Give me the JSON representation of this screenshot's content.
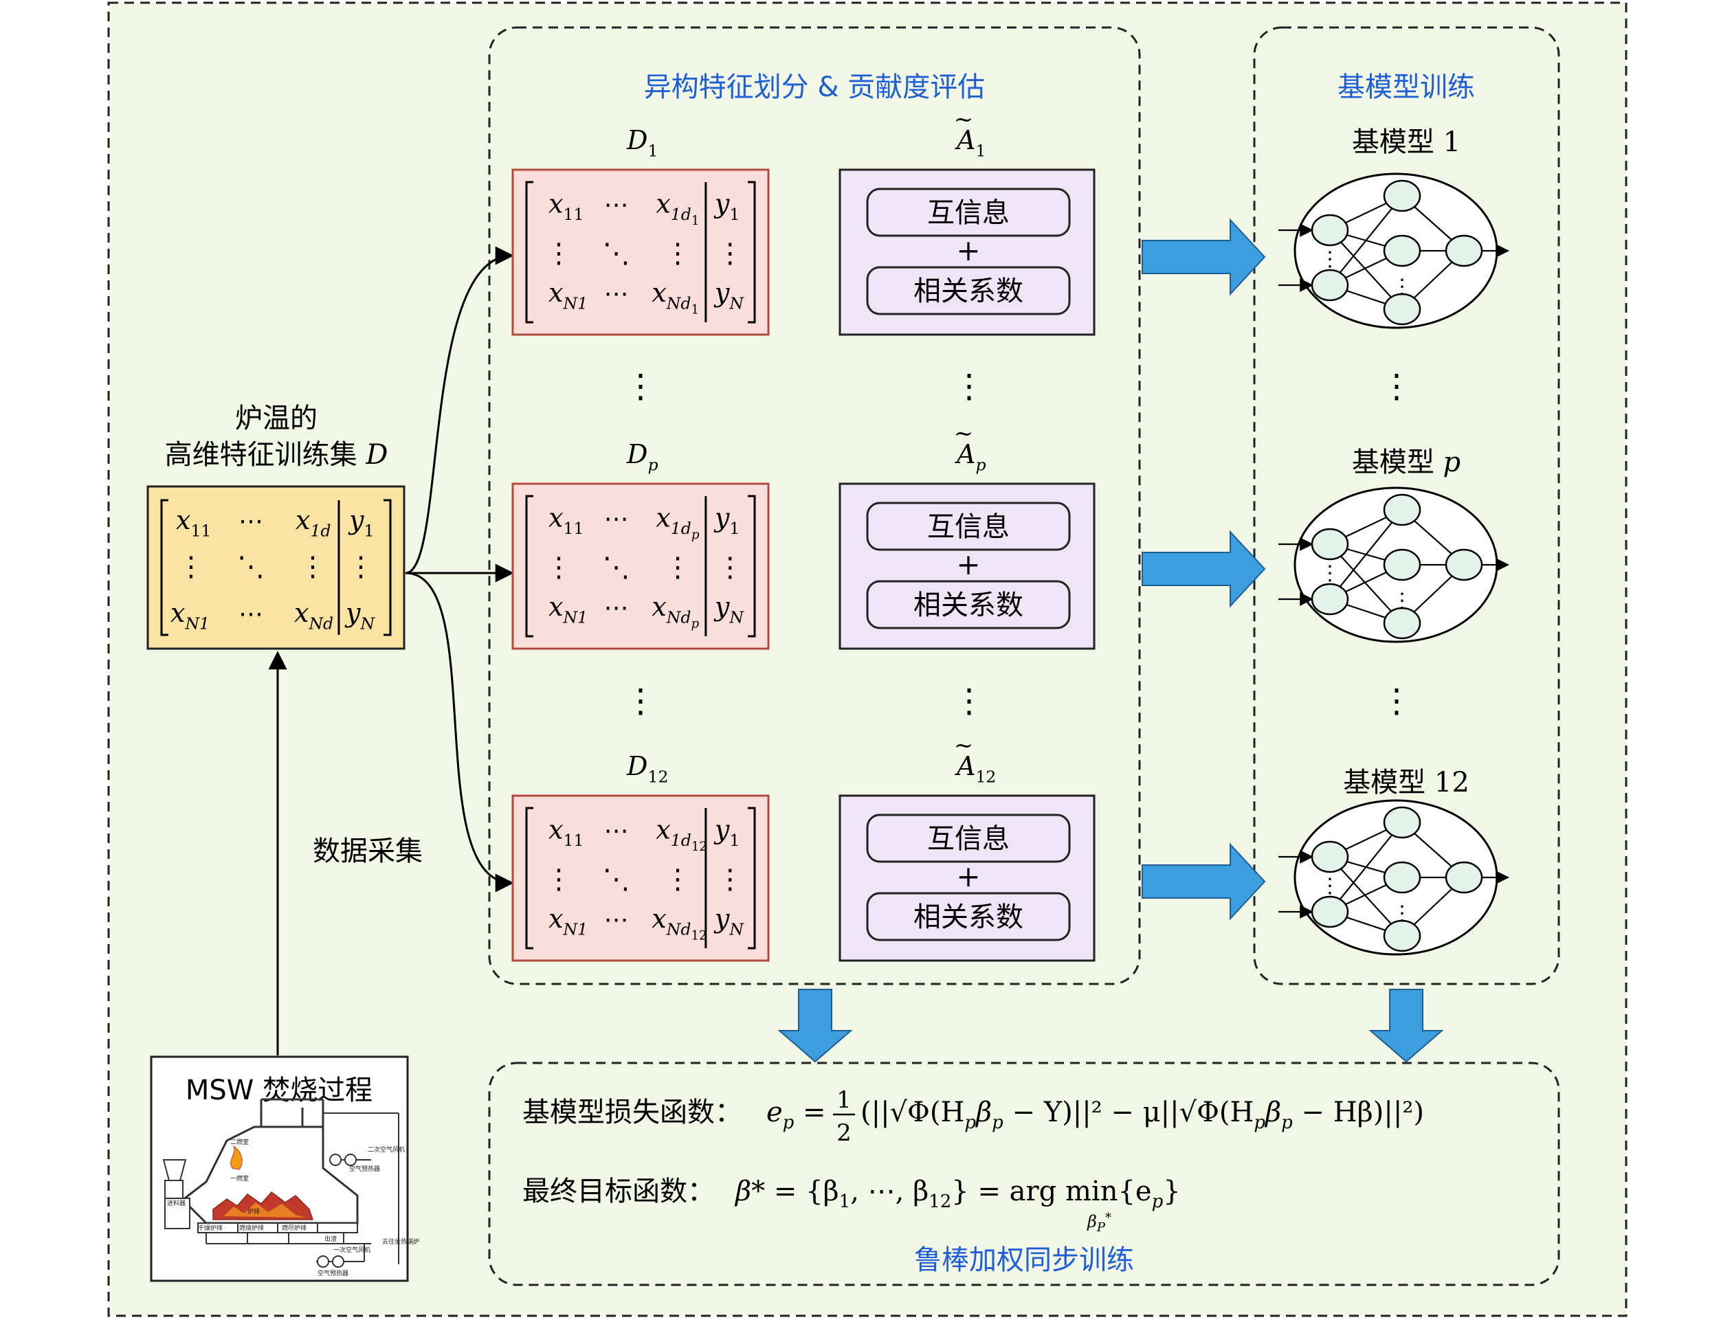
{
  "colors": {
    "outer_bg": "#f2f6e4",
    "title_blue": "#1f5fd6",
    "matrix_pink": "#fadedb",
    "matrix_border": "#b04a3e",
    "score_lilac": "#eee6f6",
    "d_yellow": "#fbe3a3",
    "arrow_blue": "#3c9ddf",
    "node_fill": "#e4f2ec"
  },
  "sections": {
    "feature_title": "异构特征划分 & 贡献度评估",
    "base_title": "基模型训练",
    "ensemble_title": "鲁棒加权同步训练"
  },
  "input": {
    "label_line1": "炉温的",
    "label_line2": "高维特征训练集",
    "label_symbol": "D",
    "matrix": {
      "r1": [
        "x",
        "11",
        "⋯",
        "x",
        "1d",
        "y",
        "1"
      ],
      "r3": [
        "x",
        "N1",
        "⋯",
        "x",
        "Nd",
        "y",
        "N"
      ]
    },
    "collect_label": "数据采集",
    "msw_title": "MSW 焚烧过程"
  },
  "subsets": [
    {
      "name": "D",
      "sub": "1",
      "sub2": "1"
    },
    {
      "name": "D",
      "sub": "p",
      "sub2": "p"
    },
    {
      "name": "D",
      "sub": "12",
      "sub2": "12"
    }
  ],
  "matrix_cells": {
    "x": "x",
    "y": "y",
    "d": "d",
    "s11": "11",
    "sN1": "N1",
    "s1": "1",
    "sN": "N",
    "N": "N",
    "cdots": "⋯",
    "vdots": "⋮",
    "ddots": "⋱"
  },
  "scores": [
    {
      "name": "A",
      "sub": "1",
      "mi": "互信息",
      "plus": "+",
      "cc": "相关系数"
    },
    {
      "name": "A",
      "sub": "p",
      "mi": "互信息",
      "plus": "+",
      "cc": "相关系数"
    },
    {
      "name": "A",
      "sub": "12",
      "mi": "互信息",
      "plus": "+",
      "cc": "相关系数"
    }
  ],
  "models": [
    {
      "label": "基模型",
      "index": "1"
    },
    {
      "label": "基模型",
      "index": "p"
    },
    {
      "label": "基模型",
      "index": "12"
    }
  ],
  "ellipsis": "⋮",
  "formulas": {
    "loss_label": "基模型损失函数：",
    "loss_lhs": "e",
    "loss_lhs_sub": "p",
    "eq": "=",
    "half_num": "1",
    "half_den": "2",
    "loss_rhs": "(||√Φ(H",
    "loss_rhs_mid": "β",
    "loss_rhs_tail": " − Y)||² − μ||√Φ(H",
    "loss_rhs_tail2": "β",
    "loss_rhs_end": " − Hβ)||²)",
    "p": "p",
    "obj_label": "最终目标函数：",
    "obj_lhs": "β*",
    "obj_rhs": " = {β",
    "obj_s1": "1",
    "obj_mid": ", ⋯, β",
    "obj_s12": "12",
    "obj_close": "} = arg min{e",
    "obj_close_sub": "p",
    "obj_brace": "}",
    "obj_under": "β",
    "obj_under_sub": "P",
    "star": "*"
  },
  "plant_labels": {
    "a": "二燃室",
    "b": "一燃室",
    "c": "二次空气风机",
    "d": "空气预热器",
    "e": "一次空气风机",
    "f": "空气预热器",
    "g": "炉排",
    "h": "干燥炉排",
    "i": "燃烧炉排",
    "j": "燃尽炉排",
    "k": "进料器",
    "l": "出渣",
    "m": "去往余热锅炉"
  }
}
